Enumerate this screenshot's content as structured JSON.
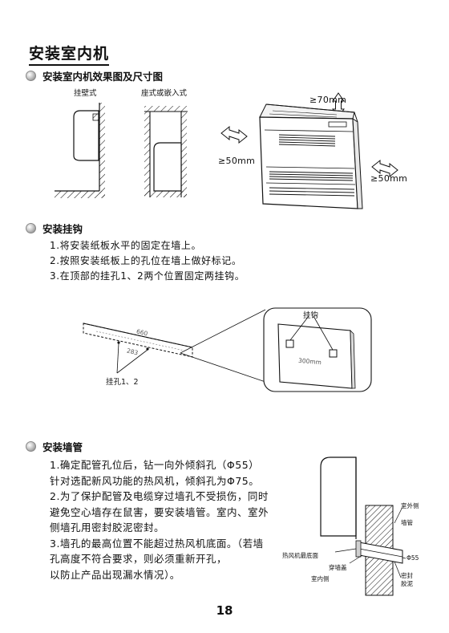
{
  "page_title": "安装室内机",
  "sections": {
    "s1": {
      "heading": "安装室内机效果图及尺寸图",
      "caption_wall": "挂壁式",
      "caption_floor": "座式或嵌入式",
      "dim_top": "≥70mm",
      "dim_left": "≥50mm",
      "dim_right": "≥50mm"
    },
    "s2": {
      "heading": "安装挂钩",
      "steps": [
        "1.将安装纸板水平的固定在墙上。",
        "2.按照安装纸板上的孔位在墙上做好标记。",
        "3.在顶部的挂孔1、2两个位置固定两挂钩。"
      ],
      "label_holes": "挂孔1、2",
      "label_hook": "挂钩",
      "board_dim_1": "660",
      "board_dim_2": "283",
      "board_dim_3": "300mm"
    },
    "s3": {
      "heading": "安装墙管",
      "lines": [
        "1.确定配管孔位后，钻一向外倾斜孔（Φ55）",
        "针对选配新风功能的热风机，倾斜孔为Φ75。",
        "2.为了保护配管及电缆穿过墙孔不受损伤，同时",
        "避免空心墙存在鼠害，要安装墙管。室内、室外",
        "侧墙孔用密封胶泥密封。",
        "3.墙孔的最高位置不能超过热风机底面。（若墙",
        "孔高度不符合要求，则必须重新开孔，",
        "以防止产品出现漏水情况）。"
      ],
      "diagram": {
        "outdoor": "室外侧",
        "pipe": "墙管",
        "bottom": "热风机最底面",
        "sleeve": "穿墙盖",
        "indoor": "室内侧",
        "dia": "Φ55",
        "seal_1": "密封",
        "seal_2": "胶泥"
      }
    }
  },
  "page_number": "18"
}
